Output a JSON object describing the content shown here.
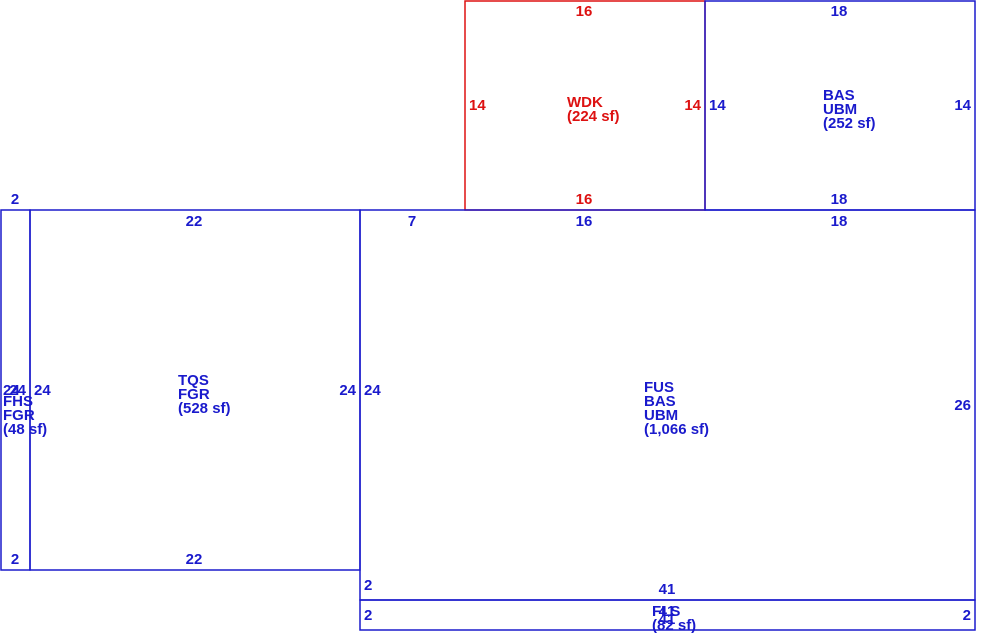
{
  "colors": {
    "primary": "#1a1acc",
    "deck": "#dd1111",
    "background": "#ffffff"
  },
  "areas": [
    {
      "id": "wdk",
      "color": "deck",
      "lines": [
        "WDK",
        "(224 sf)"
      ],
      "dims": {
        "top": "16",
        "bottom": "16",
        "left": "14",
        "right": "14"
      }
    },
    {
      "id": "bas-upper",
      "color": "primary",
      "lines": [
        "BAS",
        "UBM",
        "(252 sf)"
      ],
      "dims": {
        "top": "18",
        "bottom": "18",
        "left": "14",
        "right": "14"
      }
    },
    {
      "id": "fhs",
      "color": "primary",
      "lines": [
        "FHS",
        "FGR",
        "(48 sf)"
      ],
      "dims": {
        "top": "2",
        "bottom": "2",
        "left": "24",
        "right": "24"
      }
    },
    {
      "id": "tqs",
      "color": "primary",
      "lines": [
        "TQS",
        "FGR",
        "(528 sf)"
      ],
      "dims": {
        "top": "22",
        "bottom": "22",
        "left": "24",
        "right": "24"
      }
    },
    {
      "id": "fus",
      "color": "primary",
      "lines": [
        "FUS",
        "BAS",
        "UBM",
        "(1,066 sf)"
      ],
      "dims": {
        "top_a": "7",
        "top_b": "16",
        "top_c": "18",
        "bottom": "41",
        "left": "24",
        "right": "26"
      }
    },
    {
      "id": "fls",
      "color": "primary",
      "lines": [
        "FLS",
        "(82 sf)"
      ],
      "dims": {
        "top": "41",
        "bottom": "41",
        "left": "2",
        "right": "2",
        "left_b": "2"
      }
    }
  ]
}
